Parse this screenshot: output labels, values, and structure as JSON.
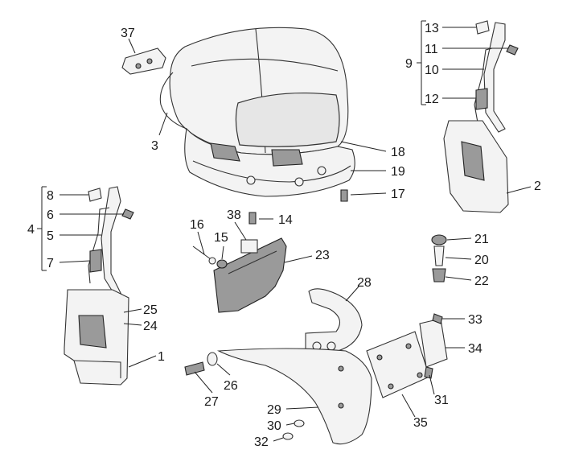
{
  "callouts": [
    {
      "id": "c1",
      "label": "1"
    },
    {
      "id": "c2",
      "label": "2"
    },
    {
      "id": "c3",
      "label": "3"
    },
    {
      "id": "c4",
      "label": "4"
    },
    {
      "id": "c5",
      "label": "5"
    },
    {
      "id": "c6",
      "label": "6"
    },
    {
      "id": "c7",
      "label": "7"
    },
    {
      "id": "c8",
      "label": "8"
    },
    {
      "id": "c9",
      "label": "9"
    },
    {
      "id": "c10",
      "label": "10"
    },
    {
      "id": "c11",
      "label": "11"
    },
    {
      "id": "c12",
      "label": "12"
    },
    {
      "id": "c13",
      "label": "13"
    },
    {
      "id": "c14",
      "label": "14"
    },
    {
      "id": "c15",
      "label": "15"
    },
    {
      "id": "c16",
      "label": "16"
    },
    {
      "id": "c17",
      "label": "17"
    },
    {
      "id": "c18",
      "label": "18"
    },
    {
      "id": "c19",
      "label": "19"
    },
    {
      "id": "c20",
      "label": "20"
    },
    {
      "id": "c21",
      "label": "21"
    },
    {
      "id": "c22",
      "label": "22"
    },
    {
      "id": "c23",
      "label": "23"
    },
    {
      "id": "c24",
      "label": "24"
    },
    {
      "id": "c25",
      "label": "25"
    },
    {
      "id": "c26",
      "label": "26"
    },
    {
      "id": "c27",
      "label": "27"
    },
    {
      "id": "c28",
      "label": "28"
    },
    {
      "id": "c29",
      "label": "29"
    },
    {
      "id": "c30",
      "label": "30"
    },
    {
      "id": "c31",
      "label": "31"
    },
    {
      "id": "c32",
      "label": "32"
    },
    {
      "id": "c33",
      "label": "33"
    },
    {
      "id": "c34",
      "label": "34"
    },
    {
      "id": "c35",
      "label": "35"
    },
    {
      "id": "c37",
      "label": "37"
    },
    {
      "id": "c38",
      "label": "38"
    }
  ],
  "colors": {
    "line": "#222222",
    "fill_light": "#f3f3f3",
    "fill_mid": "#e6e6e6",
    "fill_dark": "#9a9a9a"
  }
}
